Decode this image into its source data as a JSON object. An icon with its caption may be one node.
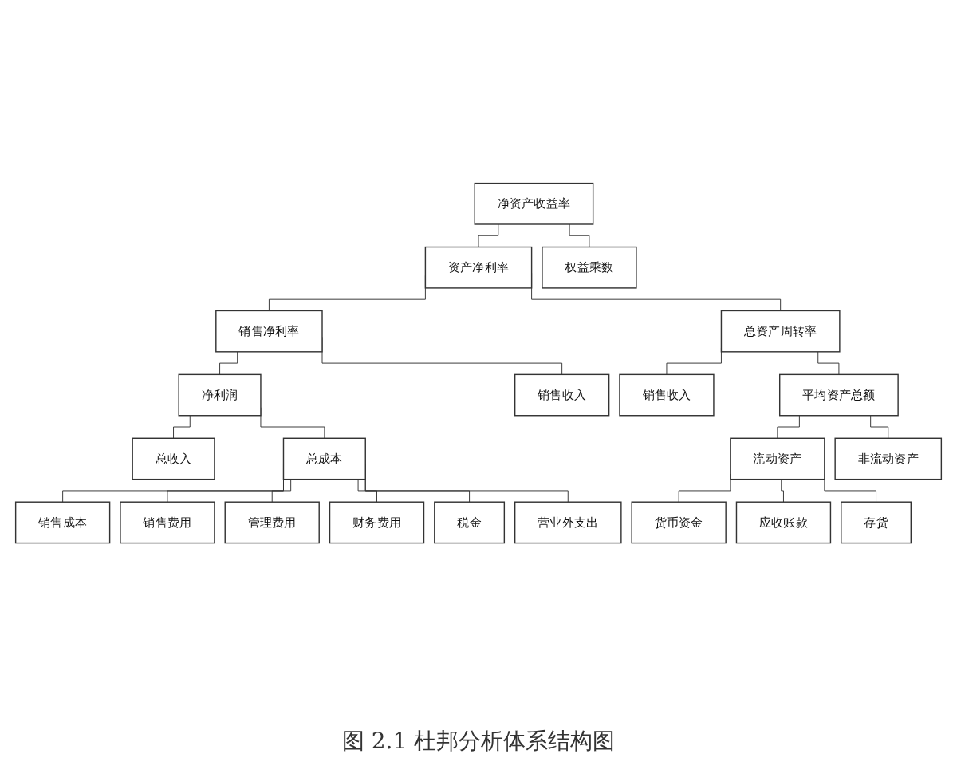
{
  "diagram": {
    "caption": "图 2.1 杜邦分析体系结构图",
    "nodes": [
      {
        "text": [
          "净资产收益率"
        ]
      },
      {
        "text": [
          "资产净利率"
        ]
      },
      {
        "text": [
          "权益乘数"
        ]
      },
      {
        "text": [
          "销售净利率"
        ]
      },
      {
        "text": [
          "总资产周转率"
        ]
      },
      {
        "text": [
          "净利润"
        ]
      },
      {
        "text": [
          "销售收入"
        ]
      },
      {
        "text": [
          "销售收入"
        ]
      },
      {
        "text": [
          "平均资产总额"
        ]
      },
      {
        "text": [
          "总收入"
        ]
      },
      {
        "text": [
          "总成本"
        ]
      },
      {
        "text": [
          "流动资产"
        ]
      },
      {
        "text": [
          "非流动资产"
        ]
      },
      {
        "text": [
          "销售成本"
        ]
      },
      {
        "text": [
          "销售费用"
        ]
      },
      {
        "text": [
          "管理费用"
        ]
      },
      {
        "text": [
          "财务费用"
        ]
      },
      {
        "text": [
          "税金"
        ]
      },
      {
        "text": [
          "营业外支出"
        ]
      },
      {
        "text": [
          "货币资金"
        ]
      },
      {
        "text": [
          "应收账款"
        ]
      },
      {
        "text": [
          "存货"
        ]
      }
    ],
    "edges": [
      {
        "from": 0,
        "to": 1,
        "arrow": "none"
      },
      {
        "from": 0,
        "to": 2,
        "arrow": "none"
      },
      {
        "from": 1,
        "to": 3,
        "arrow": "none"
      },
      {
        "from": 1,
        "to": 4,
        "arrow": "none"
      },
      {
        "from": 3,
        "to": 5,
        "arrow": "none"
      },
      {
        "from": 3,
        "to": 6,
        "arrow": "none"
      },
      {
        "from": 4,
        "to": 7,
        "arrow": "none"
      },
      {
        "from": 4,
        "to": 8,
        "arrow": "none"
      },
      {
        "from": 5,
        "to": 9,
        "arrow": "none"
      },
      {
        "from": 5,
        "to": 10,
        "arrow": "none"
      },
      {
        "from": 8,
        "to": 11,
        "arrow": "none"
      },
      {
        "from": 8,
        "to": 12,
        "arrow": "none"
      },
      {
        "from": 10,
        "to": 13,
        "arrow": "none"
      },
      {
        "from": 10,
        "to": 14,
        "arrow": "none"
      },
      {
        "from": 10,
        "to": 15,
        "arrow": "none"
      },
      {
        "from": 10,
        "to": 16,
        "arrow": "none"
      },
      {
        "from": 10,
        "to": 17,
        "arrow": "none"
      },
      {
        "from": 10,
        "to": 18,
        "arrow": "none"
      },
      {
        "from": 11,
        "to": 19,
        "arrow": "none"
      },
      {
        "from": 11,
        "to": 20,
        "arrow": "none"
      },
      {
        "from": 11,
        "to": 21,
        "arrow": "none"
      }
    ]
  }
}
